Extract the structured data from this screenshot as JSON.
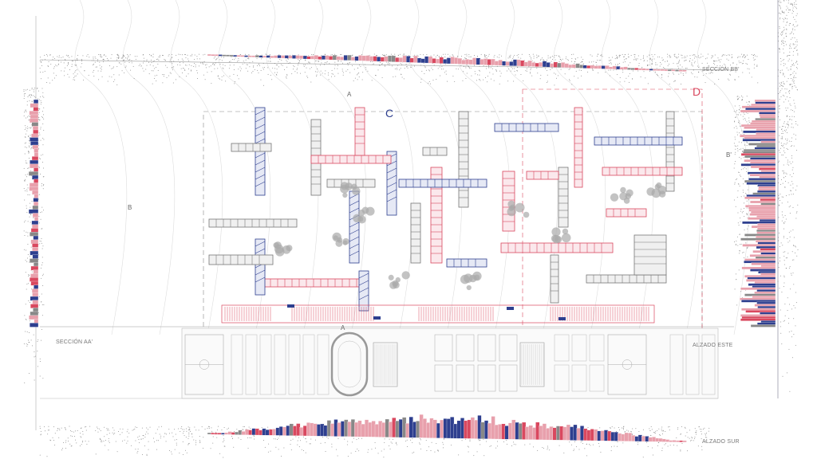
{
  "labels": {
    "section_bb": "SECCIÓN BB'",
    "section_aa": "SECCIÓN AA'",
    "elevation_east": "ALZADO ESTE",
    "elevation_south": "ALZADO SUR"
  },
  "markers": {
    "a_top": "A",
    "a_bottom": "A",
    "b_left": "B",
    "b_right": "B'",
    "c": "C",
    "d": "D"
  },
  "colors": {
    "blue": "#2e3f8f",
    "red": "#d9485f",
    "pink": "#e8a0ac",
    "gray": "#999999",
    "line": "#c8c8c8"
  }
}
